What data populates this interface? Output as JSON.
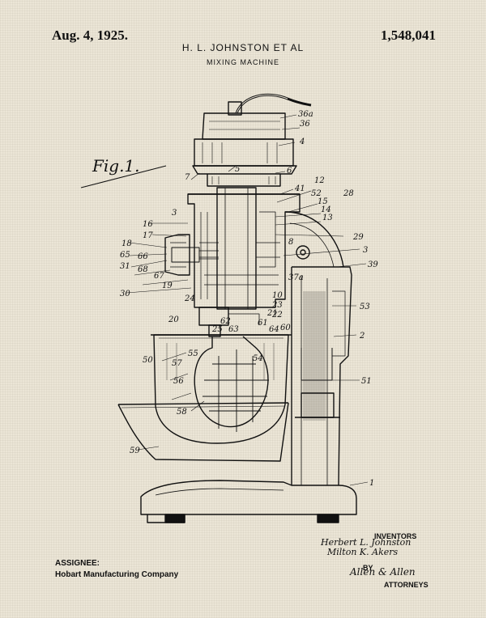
{
  "header": {
    "date": "Aug. 4, 1925.",
    "inventors_header": "H. L. JOHNSTON ET AL",
    "patent_number": "1,548,041",
    "title": "MIXING MACHINE"
  },
  "figure": {
    "label": "Fig.1.",
    "reference_numerals": [
      "36a",
      "36",
      "4",
      "7",
      "5",
      "6",
      "41",
      "12",
      "52",
      "28",
      "14",
      "13",
      "15",
      "3",
      "16",
      "17",
      "18",
      "65",
      "66",
      "31",
      "68",
      "67",
      "19",
      "30",
      "29",
      "8",
      "37a",
      "39",
      "10",
      "23",
      "21",
      "22",
      "24",
      "20",
      "62",
      "25",
      "63",
      "61",
      "64",
      "60",
      "53",
      "2",
      "55",
      "54",
      "50",
      "57",
      "56",
      "51",
      "58",
      "59",
      "1"
    ]
  },
  "assignee": {
    "label": "ASSIGNEE:",
    "name": "Hobart Manufacturing Company"
  },
  "signatures": {
    "inventors_label": "INVENTORS",
    "inventor_1": "Herbert L. Johnston",
    "inventor_2": "Milton K. Akers",
    "by_label": "BY",
    "attorney": "Allen & Allen",
    "attorneys_label": "ATTORNEYS"
  }
}
